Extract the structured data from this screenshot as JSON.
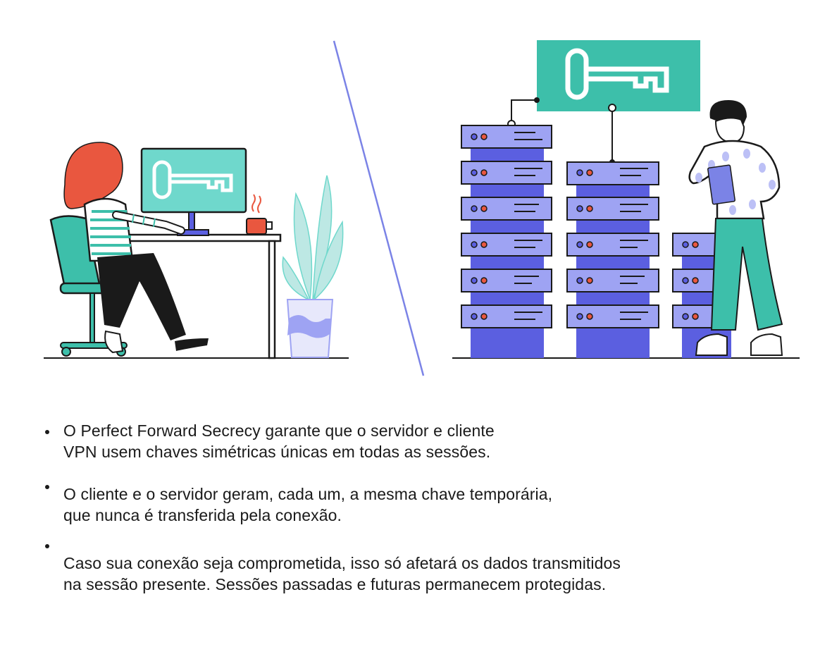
{
  "colors": {
    "teal": "#3dbfaa",
    "teal_light": "#6fd8cc",
    "purple": "#5b5fe0",
    "purple_light": "#9ea3f3",
    "orange_red": "#e9573f",
    "black": "#1a1a1a",
    "divider": "#7b83e6"
  },
  "icons": {
    "left_scene": "person-at-computer-illustration",
    "monitor_key": "key-icon",
    "banner_key": "key-icon",
    "servers": "server-rack-icon",
    "right_person": "person-holding-tablet-illustration"
  },
  "bullets": [
    {
      "lines": [
        "O Perfect Forward Secrecy garante que o servidor e cliente",
        "VPN usem chaves simétricas únicas em todas as sessões."
      ]
    },
    {
      "lines": [
        "O cliente e o servidor geram, cada um, a mesma chave temporária,",
        "que nunca é transferida pela conexão."
      ]
    },
    {
      "lines": [
        "Caso sua conexão seja comprometida, isso só afetará os dados transmitidos",
        "na sessão presente. Sessões passadas e futuras permanecem protegidas."
      ]
    }
  ]
}
